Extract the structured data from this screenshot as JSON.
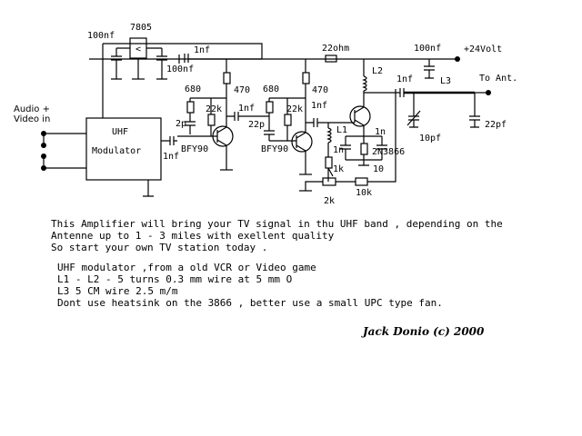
{
  "diagram": {
    "labels": {
      "ic_7805": "7805",
      "ic_arrow": "<",
      "c_100nf_top": "100nf",
      "c_1nf_top": "1nf",
      "c_100nf_reg": "100nf",
      "r_22ohm": "22ohm",
      "c_100nf_supply": "100nf",
      "supply": "+24Volt",
      "r_680_a": "680",
      "r_470_a": "470",
      "r_680_b": "680",
      "r_470_b": "470",
      "l2": "L2",
      "c_1nf_out": "1nf",
      "l3": "L3",
      "to_ant": "To Ant.",
      "audio_in": "Audio +",
      "video_in": "Video in",
      "uhf": "UHF",
      "modulator": "Modulator",
      "c_1nf_mod": "1nf",
      "c_2p": "2p",
      "r_22k_a": "22k",
      "q1": "BFY90",
      "c_1nf_coupling_a": "1nf",
      "c_22p": "22p",
      "r_22k_b": "22k",
      "q2": "BFY90",
      "c_1nf_coupling_b": "1nf",
      "l1": "L1",
      "c_1n_a": "1n",
      "c_1n_b": "1n",
      "r_1k": "1k",
      "r_10": "10",
      "q3": "2N3866",
      "c_10pf": "10pf",
      "c_22pf": "22pf",
      "pot_2k": "2k",
      "r_10k": "10k"
    }
  },
  "text": {
    "line1": "This Amplifier will bring your TV signal in thu UHF band , depending on the",
    "line2": "Antenne up to 1 - 3 miles with exellent quality",
    "line3": "So start your own TV station today .",
    "note1": "UHF modulator ,from a old VCR or Video game",
    "note2": "L1 - L2 - 5 turns 0.3 mm wire at 5 mm O",
    "note3": "L3    5 CM wire 2.5 m/m",
    "note4": "Dont use heatsink on the 3866 , better use a small UPC type fan.",
    "signature": "Jack Donio (c) 2000"
  }
}
